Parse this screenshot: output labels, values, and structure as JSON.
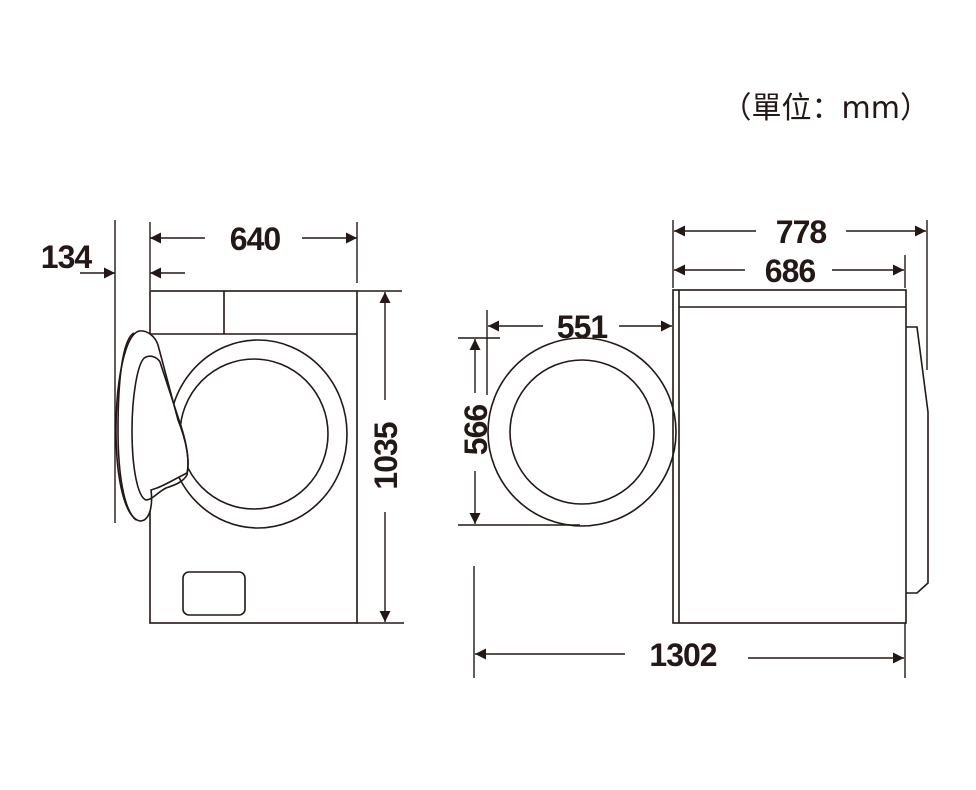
{
  "unit_label": "（單位：mm）",
  "front_view": {
    "door_protrusion": "134",
    "width": "640",
    "height": "1035"
  },
  "side_view": {
    "door_depth": "551",
    "door_height": "566",
    "total_depth": "778",
    "body_depth": "686",
    "depth_with_door_open": "1302"
  },
  "colors": {
    "line": "#231815",
    "background": "#ffffff"
  }
}
